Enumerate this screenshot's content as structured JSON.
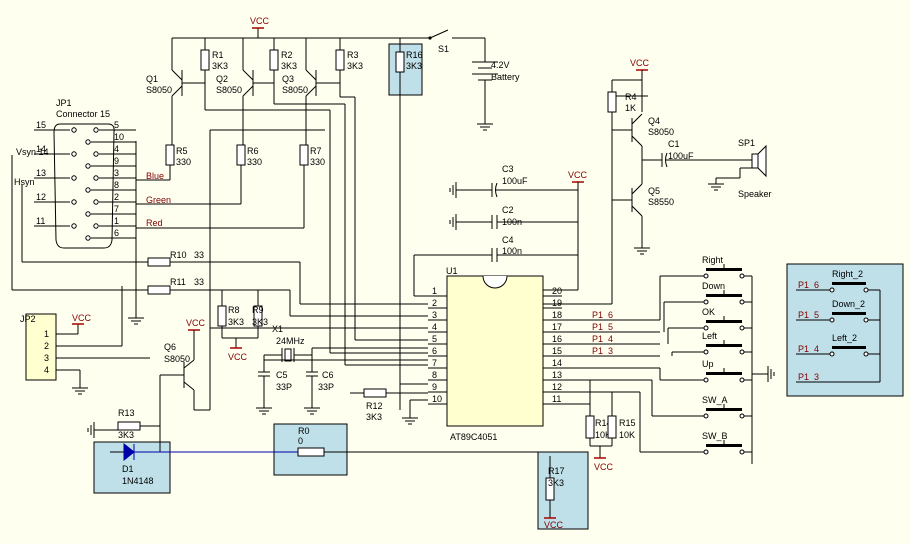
{
  "labels": {
    "vcc": "VCC",
    "s1": "S1",
    "battery_v": "4.2V",
    "battery": "Battery",
    "jp1": "JP1",
    "connector": "Connector 15",
    "vsyn": "Vsyn 14",
    "hsyn": "Hsyn",
    "blue": "Blue",
    "green": "Green",
    "red": "Red",
    "jp2": "JP2",
    "u1": "U1",
    "chip": "AT89C4051",
    "x1": "X1",
    "xtal": "24MHz",
    "sp1": "SP1",
    "speaker": "Speaker"
  },
  "connector_pins_left": [
    "15",
    "14",
    "13",
    "12",
    "11"
  ],
  "connector_pins_right": [
    "5",
    "10",
    "4",
    "9",
    "3",
    "8",
    "2",
    "7",
    "1",
    "6"
  ],
  "jp2_pins": [
    "1",
    "2",
    "3",
    "4"
  ],
  "u1_pins_left": [
    "1",
    "2",
    "3",
    "4",
    "5",
    "6",
    "7",
    "8",
    "9",
    "10"
  ],
  "u1_pins_right": [
    "20",
    "19",
    "18",
    "17",
    "16",
    "15",
    "14",
    "13",
    "12",
    "11"
  ],
  "port_nets": [
    "P1_6",
    "P1_5",
    "P1_4",
    "P1_3"
  ],
  "buttons": [
    "Right",
    "Down",
    "OK",
    "Left",
    "Up",
    "SW_A",
    "SW_B"
  ],
  "aux_buttons": [
    "Right_2",
    "Down_2",
    "Left_2"
  ],
  "aux_nets": [
    "P1_6",
    "P1_5",
    "P1_4",
    "P1_3"
  ],
  "components": {
    "Q1": {
      "ref": "Q1",
      "val": "S8050"
    },
    "Q2": {
      "ref": "Q2",
      "val": "S8050"
    },
    "Q3": {
      "ref": "Q3",
      "val": "S8050"
    },
    "Q4": {
      "ref": "Q4",
      "val": "S8050"
    },
    "Q5": {
      "ref": "Q5",
      "val": "S8550"
    },
    "Q6": {
      "ref": "Q6",
      "val": "S8050"
    },
    "R1": {
      "ref": "R1",
      "val": "3K3"
    },
    "R2": {
      "ref": "R2",
      "val": "3K3"
    },
    "R3": {
      "ref": "R3",
      "val": "3K3"
    },
    "R4": {
      "ref": "R4",
      "val": "1K"
    },
    "R5": {
      "ref": "R5",
      "val": "330"
    },
    "R6": {
      "ref": "R6",
      "val": "330"
    },
    "R7": {
      "ref": "R7",
      "val": "330"
    },
    "R8": {
      "ref": "R8",
      "val": "3K3"
    },
    "R9": {
      "ref": "R9",
      "val": "3K3"
    },
    "R10": {
      "ref": "R10",
      "val": "33"
    },
    "R11": {
      "ref": "R11",
      "val": "33"
    },
    "R12": {
      "ref": "R12",
      "val": "3K3"
    },
    "R13": {
      "ref": "R13",
      "val": "3K3"
    },
    "R14": {
      "ref": "R14",
      "val": "10K"
    },
    "R15": {
      "ref": "R15",
      "val": "10K"
    },
    "R16": {
      "ref": "R16",
      "val": "3K3"
    },
    "R17": {
      "ref": "R17",
      "val": "3K3"
    },
    "R0": {
      "ref": "R0",
      "val": "0"
    },
    "C1": {
      "ref": "C1",
      "val": "100uF"
    },
    "C2": {
      "ref": "C2",
      "val": "100n"
    },
    "C3": {
      "ref": "C3",
      "val": "100uF"
    },
    "C4": {
      "ref": "C4",
      "val": "100n"
    },
    "C5": {
      "ref": "C5",
      "val": "33P"
    },
    "C6": {
      "ref": "C6",
      "val": "33P"
    },
    "D1": {
      "ref": "D1",
      "val": "1N4148"
    }
  }
}
